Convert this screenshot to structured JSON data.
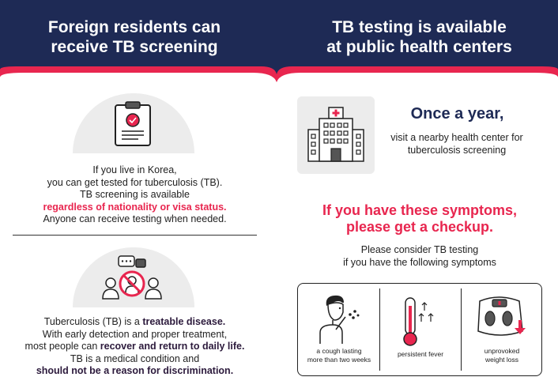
{
  "header": {
    "left_title": "Foreign residents can\nreceive TB screening",
    "right_title": "TB testing is available\nat public health centers"
  },
  "left": {
    "block1": {
      "line1": "If you live in Korea,",
      "line2": "you can get tested for tuberculosis (TB).",
      "line3": "TB screening is available",
      "line4_red": "regardless of nationality or visa status.",
      "line5": "Anyone can receive testing when needed."
    },
    "block2": {
      "l1_pre": "Tuberculosis (TB) is a ",
      "l1_bold": "treatable disease.",
      "l2": "With early detection and proper treatment,",
      "l3_pre": "most people can ",
      "l3_bold": "recover and return to daily life.",
      "l4": "TB is a medical condition and",
      "l5_bold": "should not be a reason for discrimination."
    }
  },
  "right": {
    "once": "Once a year,",
    "visit": "visit a nearby health center for tuberculosis screening",
    "symptoms_title_1": "If you have these symptoms,",
    "symptoms_title_2": "please get a checkup.",
    "consider_1": "Please consider TB testing",
    "consider_2": "if you have the following symptoms",
    "symptoms": [
      {
        "l1": "a cough lasting",
        "l2": "more than two weeks"
      },
      {
        "l1": "persistent fever",
        "l2": ""
      },
      {
        "l1": "unprovoked",
        "l2": "weight loss"
      }
    ]
  },
  "colors": {
    "navy": "#1e2a55",
    "accent_red": "#e8264f",
    "panel_gray": "#ececec"
  },
  "icons": [
    "clipboard-icon",
    "no-discrimination-icon",
    "hospital-icon",
    "coughing-person-icon",
    "thermometer-icon",
    "weight-scale-icon"
  ]
}
